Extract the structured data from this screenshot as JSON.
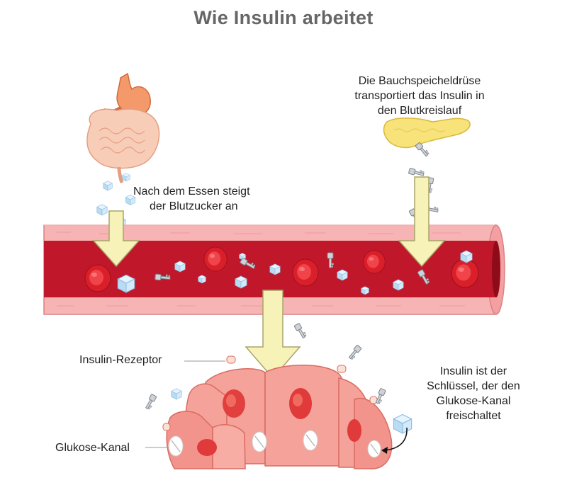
{
  "title": "Wie Insulin arbeitet",
  "labels": {
    "pancreas": [
      "Die Bauchspeicheldrüse",
      "transportiert das Insulin in",
      "den Blutkreislauf"
    ],
    "after_eating": [
      "Nach dem Essen steigt",
      "der Blutzucker an"
    ],
    "receptor": "Insulin-Rezeptor",
    "glucose_channel": "Glukose-Kanal",
    "insulin_key": [
      "Insulin ist der",
      "Schlüssel, der den",
      "Glukose-Kanal",
      "freischaltet"
    ]
  },
  "colors": {
    "title": "#666666",
    "arrow_fill": "#f7f2b8",
    "arrow_stroke": "#a8a46a",
    "vessel_outer": "#f4a7a9",
    "vessel_inner": "#b31525",
    "blood_cell": "#e32a2f",
    "tissue_cell": "#f5a39a",
    "nucleus": "#e03a3a",
    "pancreas": "#f8e27a",
    "stomach": "#f49a6a",
    "intestine": "#f6c2aa",
    "glucose_cube": "#c8e4f8",
    "insulin_key": "#cfd3d8"
  },
  "icons": [
    "stomach-icon",
    "intestine-icon",
    "pancreas-icon",
    "glucose-cube-icon",
    "insulin-key-icon",
    "blood-cell-icon",
    "tissue-cell-icon",
    "down-arrow-icon",
    "curved-arrow-icon"
  ]
}
